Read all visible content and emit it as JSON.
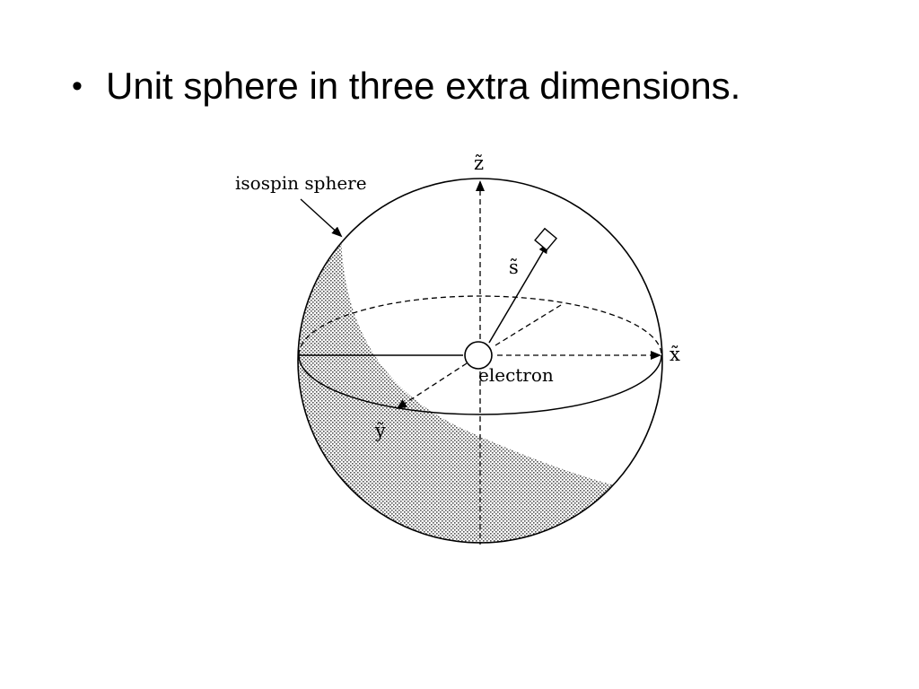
{
  "slide": {
    "bullet_symbol": "•",
    "bullet_text": "Unit sphere in three extra dimensions."
  },
  "diagram": {
    "sphere_label": "isospin sphere",
    "center_label": "electron",
    "axes": {
      "z": "z̃",
      "x": "x̃",
      "y": "ỹ",
      "s": "s̃"
    },
    "colors": {
      "ink": "#000000",
      "hatch": "#555555",
      "background": "#ffffff"
    }
  }
}
